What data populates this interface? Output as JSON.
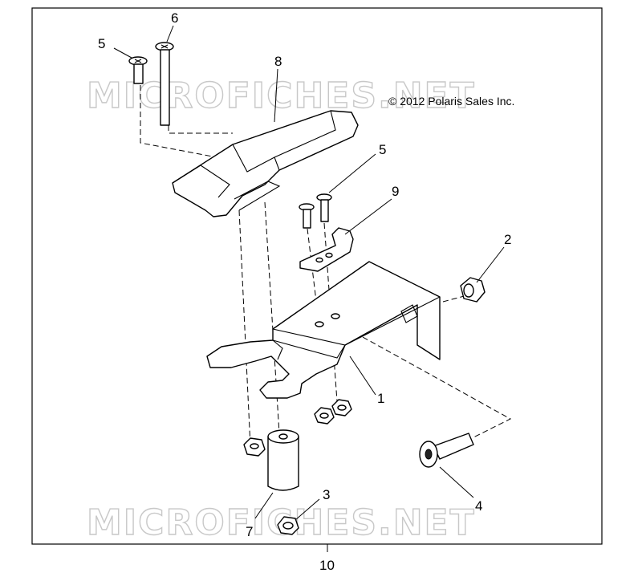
{
  "copyright": "© 2012 Polaris Sales Inc.",
  "watermark": "MICROFICHES.NET",
  "callouts": {
    "c1": "1",
    "c2": "2",
    "c3": "3",
    "c4": "4",
    "c5a": "5",
    "c5b": "5",
    "c6": "6",
    "c7": "7",
    "c8": "8",
    "c9": "9",
    "c10": "10"
  }
}
